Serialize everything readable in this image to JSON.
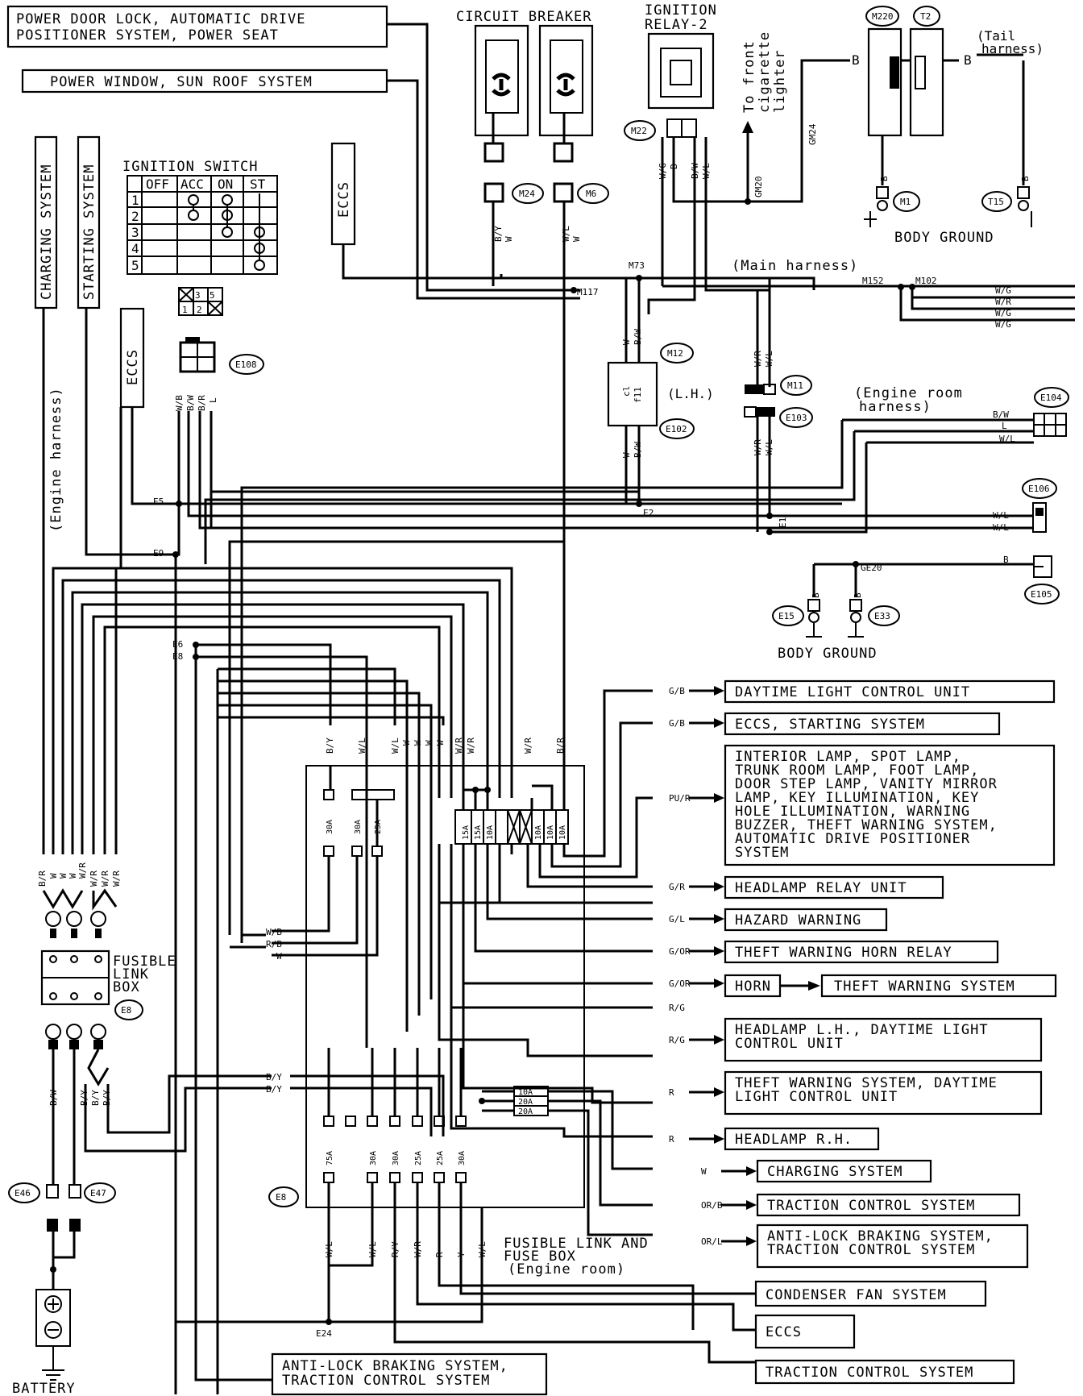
{
  "top_boxes": {
    "power_door_lock": [
      "POWER DOOR LOCK, AUTOMATIC DRIVE",
      "POSITIONER SYSTEM, POWER SEAT"
    ],
    "power_window": "POWER WINDOW, SUN ROOF SYSTEM"
  },
  "circuit_breaker": {
    "title": "CIRCUIT BREAKER",
    "connectors": [
      "M24",
      "M6"
    ],
    "wires": [
      "B/Y",
      "W",
      "W/L",
      "W"
    ]
  },
  "ignition_relay": {
    "title": [
      "IGNITION",
      "RELAY-2"
    ],
    "connector": "M22",
    "wires": [
      "W/G",
      "B",
      "B/W",
      "W/L"
    ]
  },
  "cigarette": [
    "To front",
    "cigarette",
    "lighter"
  ],
  "tail_harness": [
    "(Tail",
    "harness)"
  ],
  "ground_top": {
    "connectors": [
      "M220",
      "T2",
      "M1",
      "T15"
    ],
    "label": "BODY GROUND",
    "wire": "B",
    "splices": [
      "GM20",
      "GM24"
    ]
  },
  "side_labels": {
    "charging": "CHARGING SYSTEM",
    "starting": "STARTING SYSTEM",
    "engine_harness": "(Engine harness)",
    "eccs1": "ECCS",
    "eccs2": "ECCS"
  },
  "ignition_switch": {
    "title": "IGNITION SWITCH",
    "headers": [
      "OFF",
      "ACC",
      "ON",
      "ST"
    ],
    "rows": [
      "1",
      "2",
      "3",
      "4",
      "5"
    ]
  },
  "e108": {
    "connector": "E108",
    "pins_top": "X 3 5",
    "pins_bottom": "1 2 X",
    "wires": [
      "W/B",
      "B/W",
      "B/R",
      "L"
    ]
  },
  "main_harness": "(Main harness)",
  "splices": {
    "m73": "M73",
    "m117": "M117",
    "m152": "M152",
    "m102": "M102",
    "e5": "E5",
    "e9": "E9",
    "e2": "E2",
    "e1": "E1",
    "e6": "E6",
    "e8": "E8",
    "e24": "E24",
    "ge20": "GE20"
  },
  "m102_wires": [
    "W/G",
    "W/R",
    "W/G",
    "W/G"
  ],
  "m12": {
    "connector": "M12",
    "connector2": "E102",
    "label": "(L.H.)",
    "wires_top": [
      "W",
      "B/W"
    ],
    "wires_bottom": [
      "W",
      "B/W"
    ],
    "inner": [
      "cl",
      "f11"
    ]
  },
  "m11": {
    "connectors": [
      "M11",
      "E103"
    ],
    "wires_top": [
      "W/R",
      "W/L"
    ],
    "wires_bottom": [
      "W/R",
      "W/L"
    ]
  },
  "engine_room": {
    "label": [
      "(Engine room",
      "harness)"
    ],
    "connector": "E104",
    "wires": [
      "B/W",
      "L",
      "W/L"
    ]
  },
  "e106": {
    "connector": "E106",
    "wires": [
      "W/L",
      "W/L"
    ]
  },
  "e105": {
    "connector": "E105",
    "wire": "B"
  },
  "body_ground2": {
    "connectors": [
      "E15",
      "E33"
    ],
    "label": "BODY GROUND",
    "wire": "B"
  },
  "fuse_upper_wires": [
    "B/Y",
    "W/L",
    "W/L",
    "W",
    "W",
    "W",
    "W",
    "W/R",
    "W/R",
    "W/R",
    "B/R"
  ],
  "fuses_left": [
    "30A",
    "30A",
    "25A"
  ],
  "fuses_block": [
    "15A",
    "15A",
    "10A",
    "10A",
    "10A",
    "10A"
  ],
  "fusible_link_box": {
    "label": [
      "FUSIBLE",
      "LINK",
      "BOX"
    ],
    "connector": "E8",
    "wires_top": [
      "B/R",
      "W",
      "W",
      "W",
      "W/R",
      "W/R",
      "W/R",
      "W/R"
    ],
    "wires_bottom": [
      "B/W",
      "B/Y",
      "B/Y",
      "B/Y"
    ]
  },
  "left_bus_wires": [
    "W/B",
    "R/B",
    "W"
  ],
  "mid_wires": [
    "B/Y",
    "B/Y"
  ],
  "lower_fuses": [
    "75A",
    "30A",
    "30A",
    "25A",
    "25A",
    "30A"
  ],
  "lower_fuse_connector": "E8",
  "lower_wires": [
    "W/L",
    "W/L",
    "R/Y",
    "W/R",
    "R",
    "Y",
    "W/L"
  ],
  "small_fuses": [
    "10A",
    "20A",
    "20A"
  ],
  "engine_fuse_box": [
    "FUSIBLE LINK AND",
    "FUSE BOX",
    "(Engine room)"
  ],
  "battery": {
    "label": "BATTERY",
    "connectors": [
      "E46",
      "E47"
    ]
  },
  "outputs": [
    {
      "wire": "G/B",
      "text": [
        "DAYTIME LIGHT CONTROL UNIT"
      ]
    },
    {
      "wire": "G/B",
      "text": [
        "ECCS, STARTING SYSTEM"
      ]
    },
    {
      "wire": "PU/R",
      "text": [
        "INTERIOR LAMP, SPOT LAMP,",
        "TRUNK ROOM LAMP, FOOT LAMP,",
        "DOOR STEP LAMP, VANITY MIRROR",
        "LAMP, KEY ILLUMINATION, KEY",
        "HOLE ILLUMINATION, WARNING",
        "BUZZER, THEFT WARNING SYSTEM,",
        "AUTOMATIC DRIVE POSITIONER",
        "SYSTEM"
      ]
    },
    {
      "wire": "G/R",
      "text": [
        "HEADLAMP RELAY UNIT"
      ]
    },
    {
      "wire": "G/L",
      "text": [
        "HAZARD WARNING"
      ]
    },
    {
      "wire": "G/OR",
      "text": [
        "THEFT WARNING HORN RELAY"
      ]
    },
    {
      "wire": "G/OR",
      "text": [
        "HORN"
      ]
    },
    {
      "wire": "R/G",
      "text": []
    },
    {
      "wire": "R/G",
      "text": [
        "HEADLAMP L.H., DAYTIME LIGHT",
        "CONTROL UNIT"
      ]
    },
    {
      "wire": "R",
      "text": [
        "THEFT WARNING SYSTEM, DAYTIME",
        "LIGHT CONTROL UNIT"
      ]
    },
    {
      "wire": "R",
      "text": [
        "HEADLAMP R.H."
      ]
    },
    {
      "wire": "W",
      "text": [
        "CHARGING SYSTEM"
      ]
    },
    {
      "wire": "OR/B",
      "text": [
        "TRACTION CONTROL SYSTEM"
      ]
    },
    {
      "wire": "OR/L",
      "text": [
        "ANTI-LOCK BRAKING SYSTEM,",
        "TRACTION CONTROL SYSTEM"
      ]
    }
  ],
  "horn_extra": "THEFT WARNING SYSTEM",
  "bottom_outputs": [
    "CONDENSER FAN SYSTEM",
    "ECCS",
    "TRACTION CONTROL SYSTEM"
  ],
  "bottom_left_box": [
    "ANTI-LOCK BRAKING SYSTEM,",
    "TRACTION CONTROL SYSTEM"
  ]
}
